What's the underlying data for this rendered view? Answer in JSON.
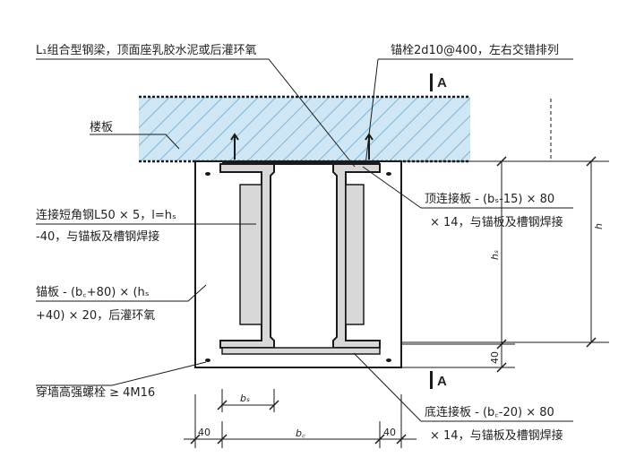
{
  "labels": {
    "l1_line1": "L₁组合型钢梁，顶面座乳胶水泥或后灌环氧",
    "anchor_bolt": "锚栓2d10@400，左右交错排列",
    "slab": "楼板",
    "angle_line1": "连接短角钢L50 × 5，l=hₛ",
    "angle_line2": "-40，与锚板及槽钢焊接",
    "anchor_plate_line1": "锚板 - (b꜀+80) × (hₛ",
    "anchor_plate_line2": "+40) × 20，后灌环氧",
    "wall_bolt": "穿墙高强螺栓 ≥ 4M16",
    "top_plate_line1": "顶连接板 - (bₛ-15) × 80",
    "top_plate_line2": "× 14，与锚板及槽钢焊接",
    "bottom_plate_line1": "底连接板 - (b꜀-20) × 80",
    "bottom_plate_line2": "× 14，与锚板及槽钢焊接",
    "section_mark": "A"
  },
  "dims": {
    "h": "h",
    "hs": "hₛ",
    "bottom_40": "40",
    "bs": "bₛ",
    "bc": "b꜀",
    "left_40": "40",
    "right_40": "40"
  },
  "colors": {
    "line": "#1a1a1a",
    "slab_fill": "#cfe6f5",
    "hatch": "#7fb4d8",
    "steel_fill": "#d8d8d8"
  }
}
